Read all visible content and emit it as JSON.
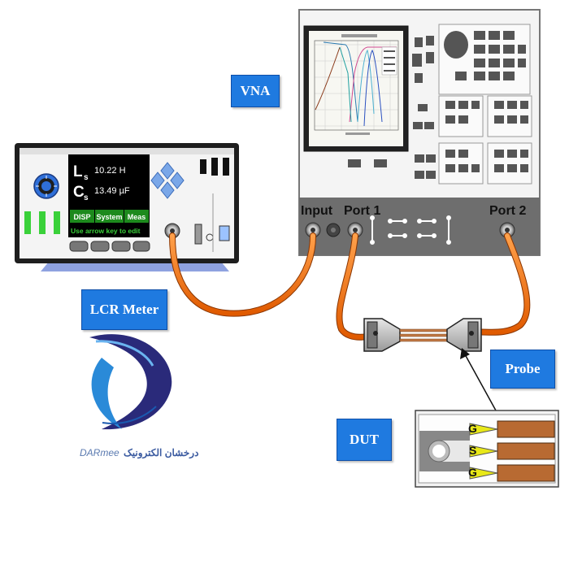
{
  "labels": {
    "vna": "VNA",
    "lcr_meter": "LCR Meter",
    "probe": "Probe",
    "dut": "DUT"
  },
  "vna": {
    "port_input": "Input",
    "port_1": "Port 1",
    "port_2": "Port 2"
  },
  "lcr": {
    "ls_symbol": "L",
    "ls_sub": "s",
    "ls_value": "10.22 H",
    "cs_symbol": "C",
    "cs_sub": "s",
    "cs_value": "13.49 µF",
    "soft_keys": [
      "DISP",
      "System",
      "Meas"
    ],
    "hint": "Use arrow key to edit"
  },
  "dut_pins": [
    "G",
    "S",
    "G"
  ],
  "logo": {
    "brand": "DARmee",
    "persian": "درخشان الکترونیک"
  },
  "colors": {
    "label_blue": "#1f7ae0",
    "cable_orange": "#ff7a18",
    "screen_green": "#33dd33",
    "panel_gray": "#c8c8c8"
  }
}
